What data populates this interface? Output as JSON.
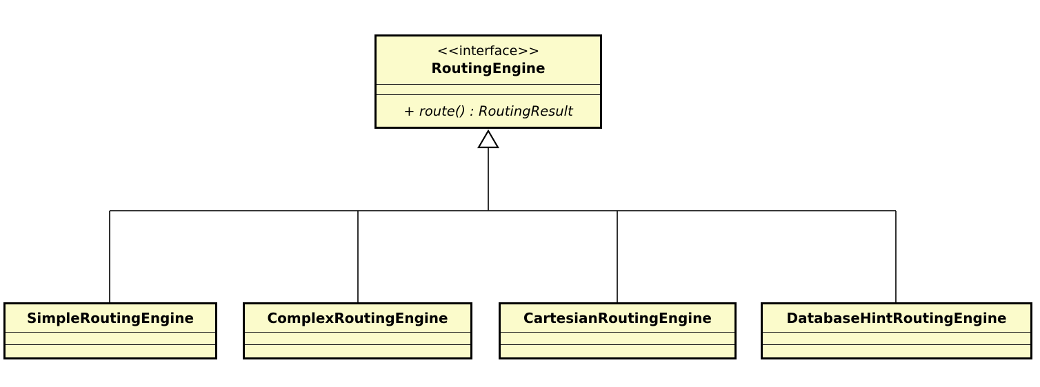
{
  "diagram": {
    "type": "uml-class-diagram",
    "background_color": "#ffffff",
    "node_fill_color": "#fbfbcb",
    "node_border_color": "#000000",
    "connector_color": "#1a1a1a",
    "relationship": "generalization (hollow triangle pointing to interface)",
    "interface": {
      "stereotype": "<<interface>>",
      "name": "RoutingEngine",
      "attributes": [],
      "operations": [
        "+ route() : RoutingResult"
      ]
    },
    "classes": [
      {
        "name": "SimpleRoutingEngine",
        "attributes": [],
        "operations": []
      },
      {
        "name": "ComplexRoutingEngine",
        "attributes": [],
        "operations": []
      },
      {
        "name": "CartesianRoutingEngine",
        "attributes": [],
        "operations": []
      },
      {
        "name": "DatabaseHintRoutingEngine",
        "attributes": [],
        "operations": []
      }
    ]
  }
}
